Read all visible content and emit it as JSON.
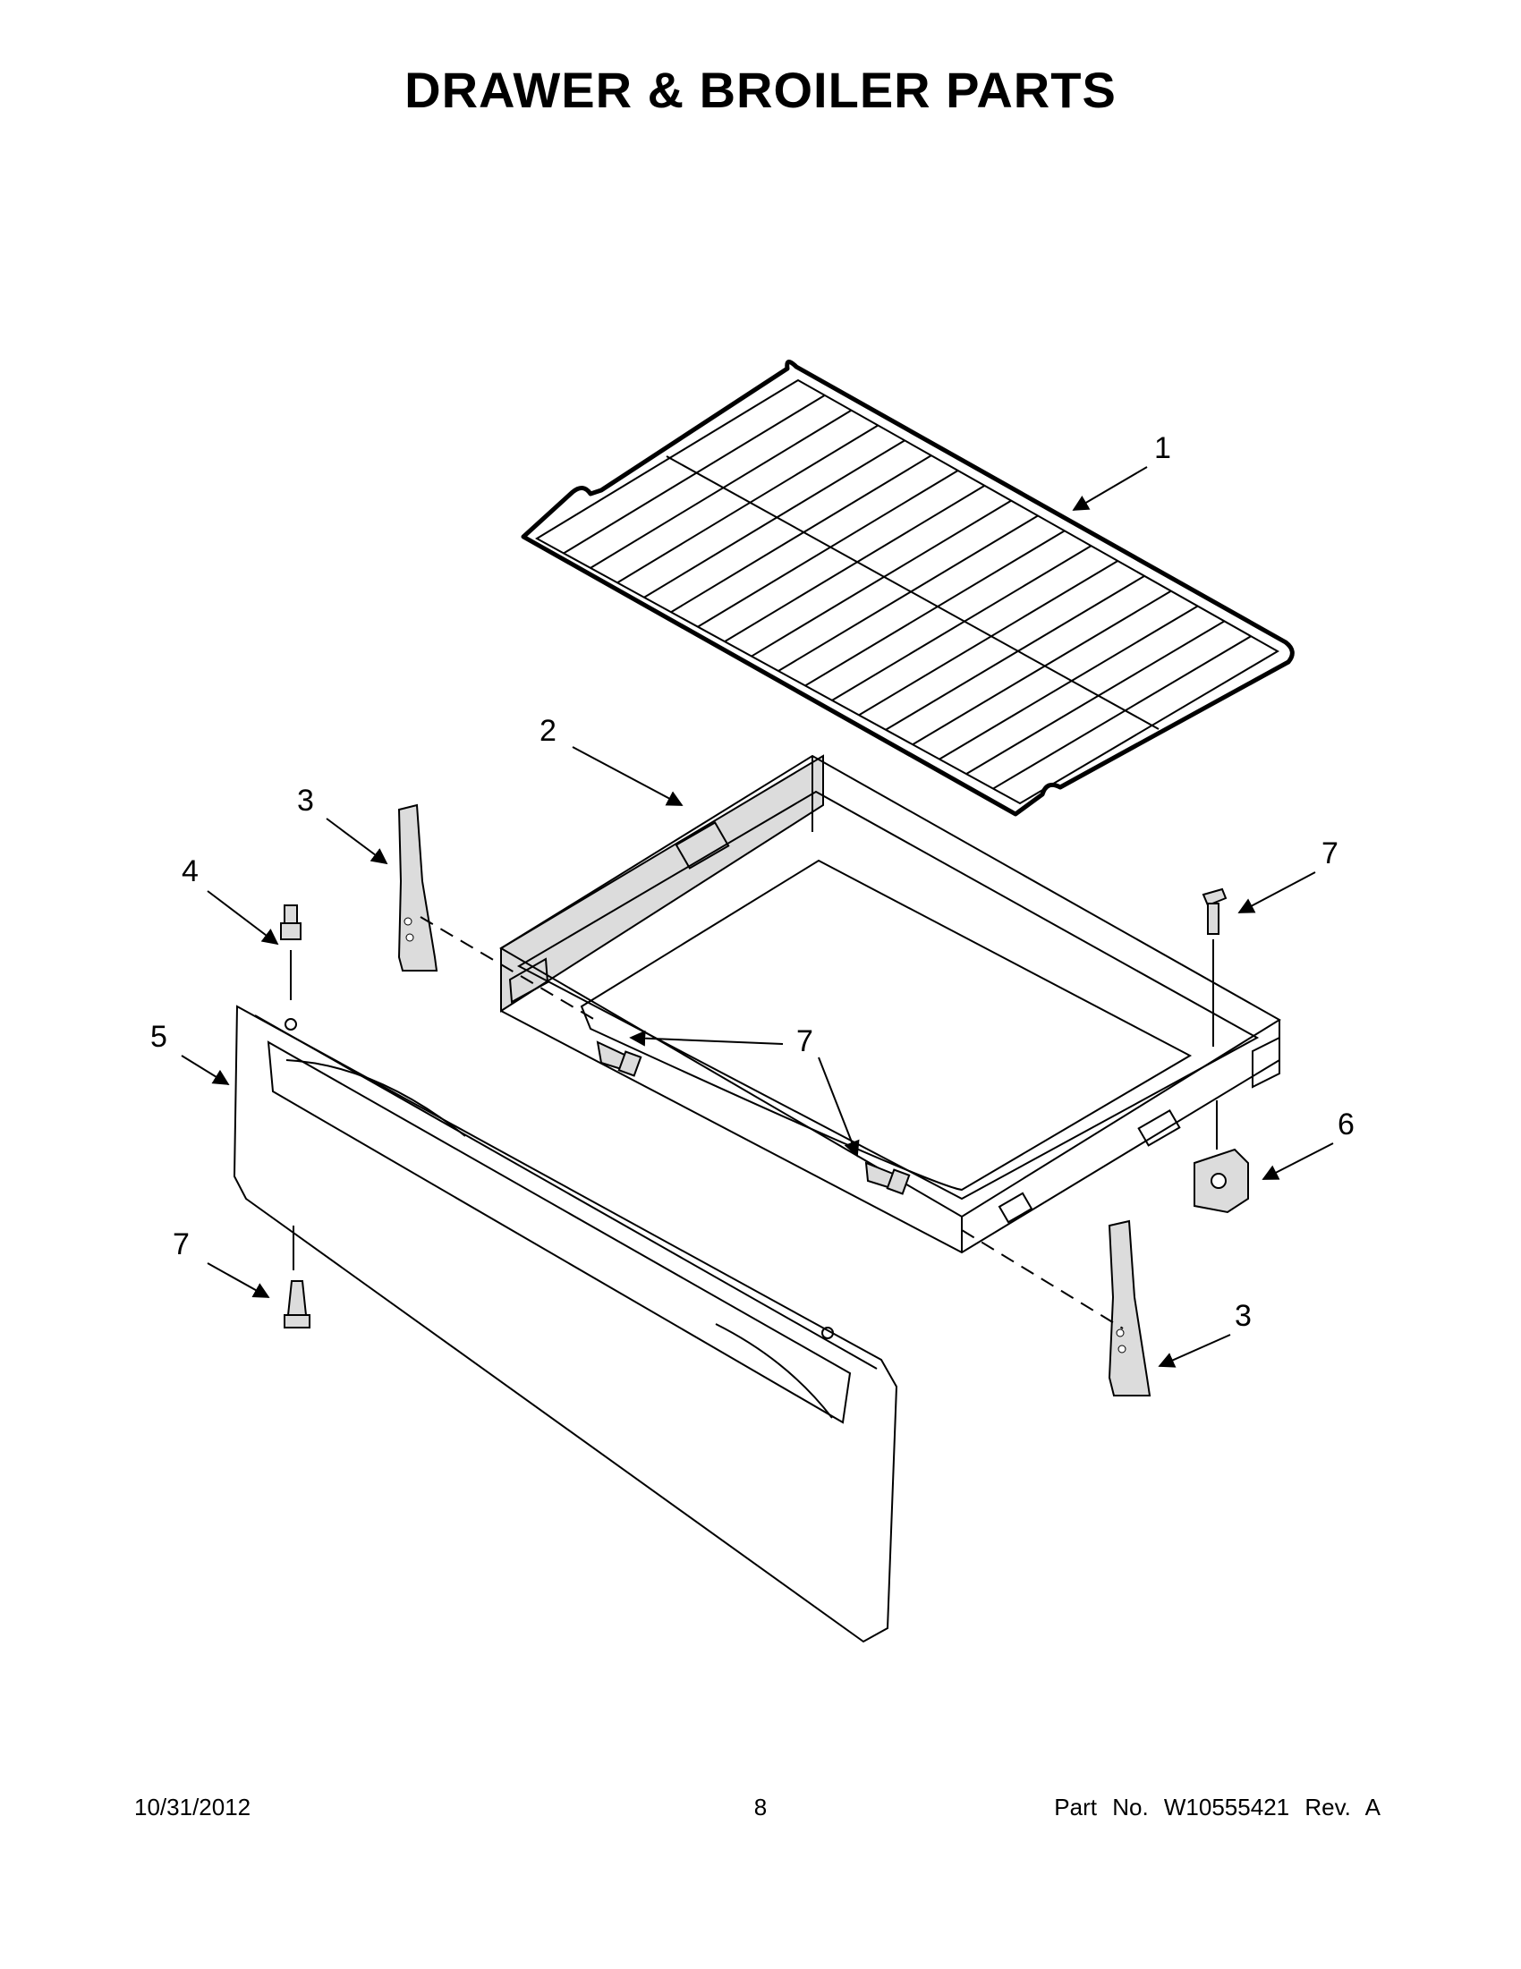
{
  "title": "DRAWER & BROILER PARTS",
  "callouts": {
    "rack": "1",
    "drawer_body": "2",
    "glide_left": "3",
    "glide_right": "3",
    "stud": "4",
    "drawer_front": "5",
    "bracket": "6",
    "screw_right": "7",
    "screw_center_upper": "7",
    "screw_lower_left": "7"
  },
  "footer": {
    "date": "10/31/2012",
    "page": "8",
    "part_number": "Part No.  W10555421  Rev.  A"
  }
}
